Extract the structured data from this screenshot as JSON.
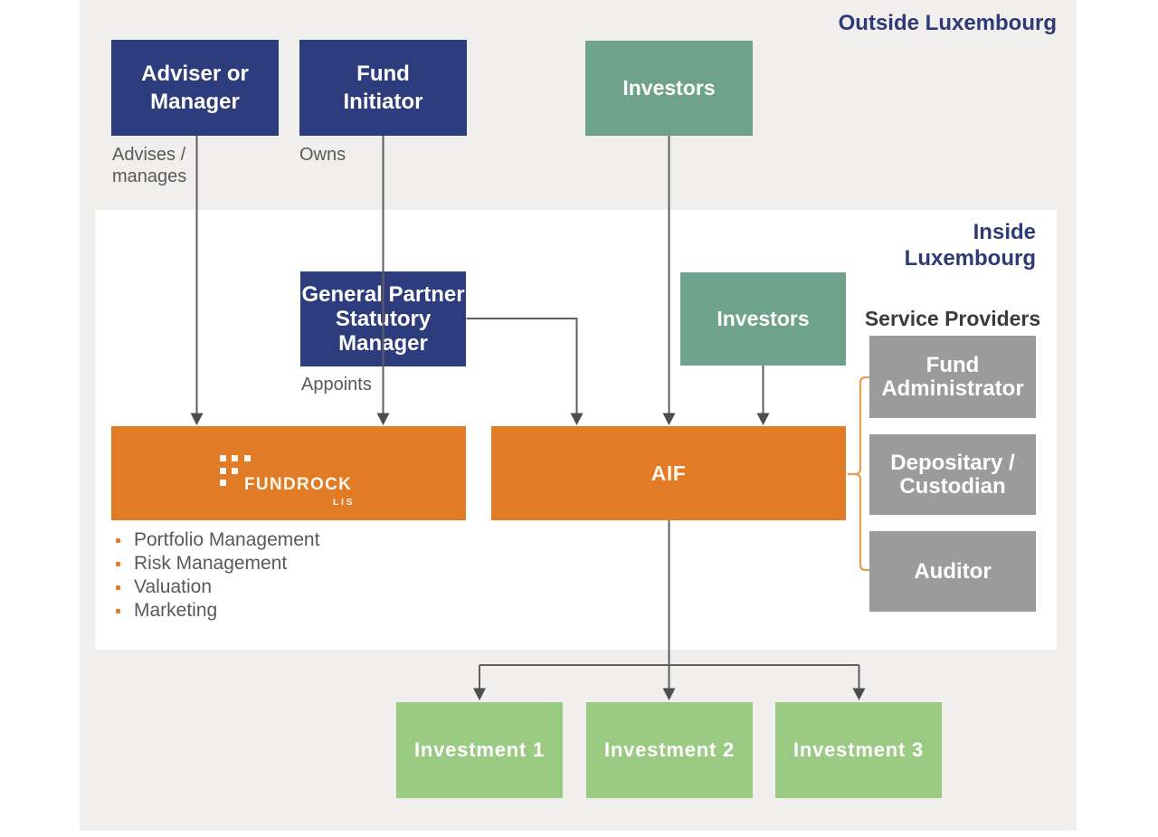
{
  "regions": {
    "outside_label": "Outside Luxembourg",
    "inside_label_line1": "Inside",
    "inside_label_line2": "Luxembourg",
    "service_providers_heading": "Service Providers"
  },
  "nodes": {
    "adviser": {
      "lines": [
        "Adviser or",
        "Manager"
      ]
    },
    "fund_initiator": {
      "lines": [
        "Fund",
        "Initiator"
      ]
    },
    "investors_outside": {
      "label": "Investors"
    },
    "general_partner": {
      "lines": [
        "General Partner",
        "Statutory",
        "Manager"
      ]
    },
    "investors_inside": {
      "label": "Investors"
    },
    "fundrock": {
      "brand": "FUNDROCK",
      "sub": "LIS"
    },
    "aif": {
      "label": "AIF"
    },
    "fund_administrator": {
      "lines": [
        "Fund",
        "Administrator"
      ]
    },
    "depositary_custodian": {
      "lines": [
        "Depositary /",
        "Custodian"
      ]
    },
    "auditor": {
      "label": "Auditor"
    },
    "investment1": {
      "label": "Investment 1"
    },
    "investment2": {
      "label": "Investment 2"
    },
    "investment3": {
      "label": "Investment 3"
    }
  },
  "edge_labels": {
    "advises_line1": "Advises /",
    "advises_line2": "manages",
    "owns": "Owns",
    "appoints": "Appoints"
  },
  "fundrock_services": [
    "Portfolio Management",
    "Risk Management",
    "Valuation",
    "Marketing"
  ],
  "colors": {
    "navy": "#2d3c7c",
    "teal_green": "#6fa28d",
    "orange": "#e17b26",
    "gray_box": "#9b9b9b",
    "light_green": "#9bcb83",
    "canvas_background": "#f0efed",
    "panel_background": "#ffffff",
    "connector_line": "#5e5e5e",
    "arrowhead": "#4d4d4d",
    "bracket_orange": "#e2a055",
    "heading_navy": "#2d3a76",
    "label_gray": "#595959"
  }
}
